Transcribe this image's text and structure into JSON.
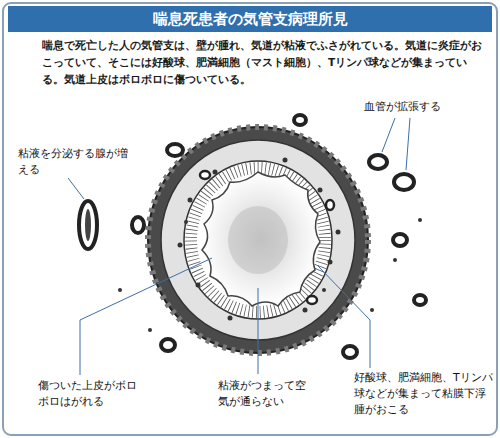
{
  "diagram": {
    "title": "喘息死患者の気管支病理所見",
    "labels": [
      "喘息で死亡した人の気管支は、壁が腫れ、気道が粘液でふさがれている。気道に炎症がおこっていて、そこには好酸球、肥満細胞（マスト細胞）、Tリンパ球などが集まっている。気道上皮はボロボロに傷ついている。",
      "血管が拡張する",
      "粘液を分泌する腺が増える",
      "傷ついた上皮がボロボロはがれる",
      "粘液がつまって空気が通らない",
      "好酸球、肥満細胞、Tリンパ球などが集まって粘膜下浮腫がおこる"
    ]
  }
}
